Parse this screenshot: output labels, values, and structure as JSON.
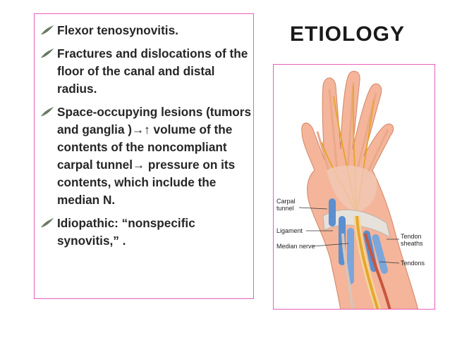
{
  "slide": {
    "title": "ETIOLOGY",
    "bullets": [
      {
        "text": "Flexor tenosynovitis.",
        "icon": "feather-bullet-icon"
      },
      {
        "text": "Fractures and dislocations of the floor of the canal and distal radius.",
        "icon": "feather-bullet-icon"
      },
      {
        "text": "Space-occupying lesions (tumors and ganglia )→↑ volume of the contents of the noncompliant carpal tunnel→ pressure on its contents, which include the median N.",
        "icon": "feather-bullet-icon"
      },
      {
        "text": "Idiopathic: “nonspecific synovitis,” .",
        "icon": "feather-bullet-icon"
      }
    ],
    "illustration": {
      "labels": {
        "carpal_tunnel_line1": "Carpal",
        "carpal_tunnel_line2": "tunnel",
        "ligament": "Ligament",
        "median_nerve": "Median nerve",
        "tendon_sheaths_line1": "Tendon",
        "tendon_sheaths_line2": "sheaths",
        "tendons": "Tendons"
      }
    },
    "colors": {
      "border": "#e75fbd",
      "text": "#262626",
      "skin": "#f4b59a",
      "nerve": "#e8a530",
      "sheath": "#5b8fcf"
    }
  }
}
